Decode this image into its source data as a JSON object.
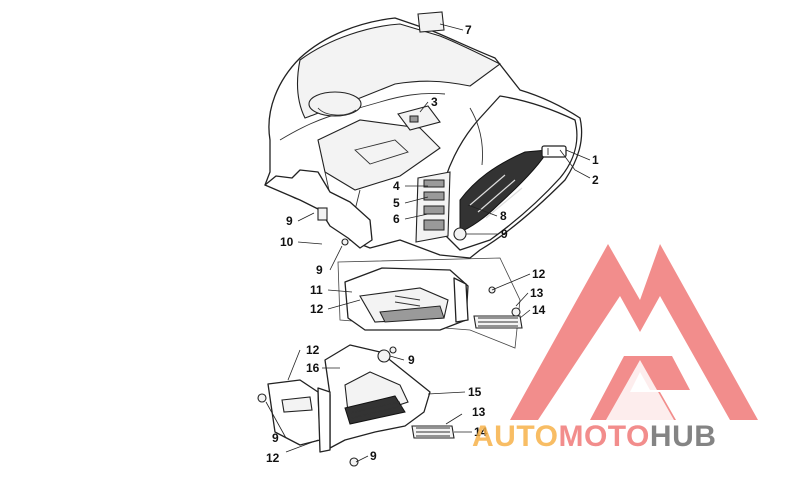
{
  "diagram": {
    "callouts": [
      {
        "id": "c7a",
        "label": "7"
      },
      {
        "id": "c3",
        "label": "3"
      },
      {
        "id": "c1",
        "label": "1"
      },
      {
        "id": "c2",
        "label": "2"
      },
      {
        "id": "c4",
        "label": "4"
      },
      {
        "id": "c5",
        "label": "5"
      },
      {
        "id": "c6",
        "label": "6"
      },
      {
        "id": "c8",
        "label": "8"
      },
      {
        "id": "c9a",
        "label": "9"
      },
      {
        "id": "c9b",
        "label": "9"
      },
      {
        "id": "c10",
        "label": "10"
      },
      {
        "id": "c9c",
        "label": "9"
      },
      {
        "id": "c12a",
        "label": "12"
      },
      {
        "id": "c11",
        "label": "11"
      },
      {
        "id": "c13a",
        "label": "13"
      },
      {
        "id": "c12b",
        "label": "12"
      },
      {
        "id": "c14a",
        "label": "14"
      },
      {
        "id": "c12c",
        "label": "12"
      },
      {
        "id": "c16",
        "label": "16"
      },
      {
        "id": "c9d",
        "label": "9"
      },
      {
        "id": "c15",
        "label": "15"
      },
      {
        "id": "c13b",
        "label": "13"
      },
      {
        "id": "c14b",
        "label": "14"
      },
      {
        "id": "c9e",
        "label": "9"
      },
      {
        "id": "c12d",
        "label": "12"
      },
      {
        "id": "c9f",
        "label": "9"
      }
    ]
  },
  "watermark": {
    "part1": "AUTO",
    "part2": "MOTO",
    "part3": "HUB",
    "colors": {
      "red": "#f07a78",
      "orange": "#f7b24a",
      "gray": "#6f6f6f",
      "red_light": "#f6a6a3"
    }
  }
}
